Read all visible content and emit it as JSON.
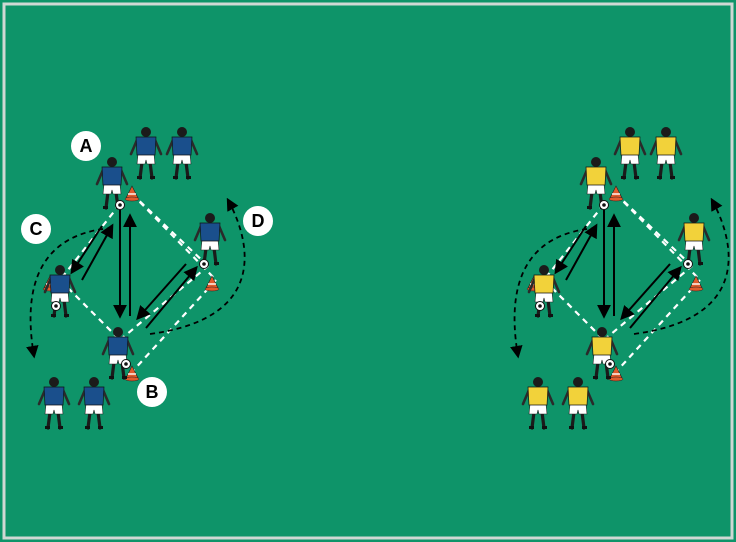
{
  "colors": {
    "field": "#0e9469",
    "border": "#cfd8d4",
    "team_left_shirt": "#1a4f8c",
    "team_right_shirt": "#f2d23a",
    "shorts": "#ffffff",
    "cone": "#e05a2b",
    "arrow": "#000000",
    "pass_line": "#ffffff"
  },
  "labels": {
    "a": "A",
    "b": "B",
    "c": "C",
    "d": "D"
  },
  "icons": {
    "player": "player-figure-icon",
    "cone": "training-cone-icon",
    "ball": "soccer-ball-icon"
  }
}
